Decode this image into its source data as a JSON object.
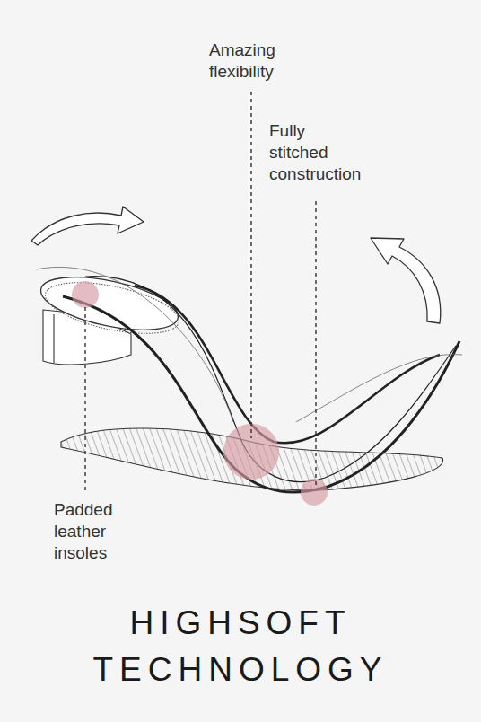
{
  "diagram": {
    "title": "HIGHSOFT TECHNOLOGY",
    "labels": [
      "Amazing flexibility",
      "Fully stitched construction",
      "Padded leather insoles"
    ]
  }
}
